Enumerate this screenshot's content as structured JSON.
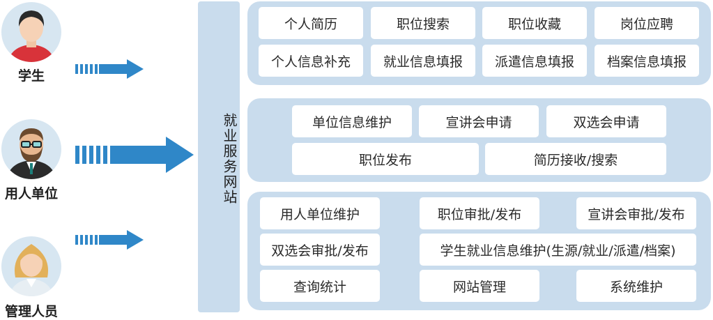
{
  "roles": {
    "student": {
      "label": "学生"
    },
    "employer": {
      "label": "用人单位"
    },
    "admin": {
      "label": "管理人员"
    }
  },
  "center": {
    "label": "就业服务网站"
  },
  "student_panel": {
    "items": [
      "个人简历",
      "职位搜索",
      "职位收藏",
      "岗位应聘",
      "个人信息补充",
      "就业信息填报",
      "派遣信息填报",
      "档案信息填报"
    ]
  },
  "employer_panel": {
    "items": [
      "单位信息维护",
      "宣讲会申请",
      "双选会申请",
      "职位发布",
      "简历接收/搜索"
    ]
  },
  "admin_panel": {
    "items": [
      "用人单位维护",
      "职位审批/发布",
      "宣讲会审批/发布",
      "双选会审批/发布",
      "学生就业信息维护(生源/就业/派遣/档案)",
      "查询统计",
      "网站管理",
      "系统维护"
    ]
  },
  "colors": {
    "arrow": "#2f87c8",
    "panel": "#c9dced",
    "avatar_bg": "#d7e6f1"
  }
}
